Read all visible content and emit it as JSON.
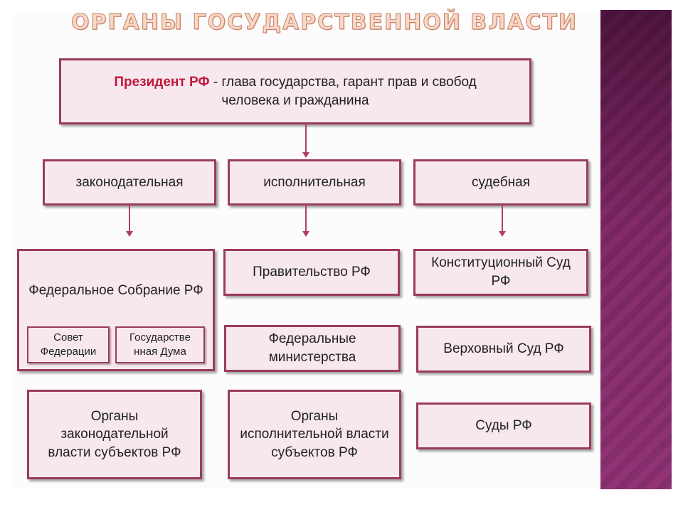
{
  "title": "ОРГАНЫ ГОСУДАРСТВЕННОЙ ВЛАСТИ",
  "president": {
    "name": "Президент РФ",
    "description_line1": " - глава государства, гарант прав и свобод",
    "description_line2": "человека и гражданина"
  },
  "branches": {
    "legislative": "законодательная",
    "executive": "исполнительная",
    "judicial": "судебная"
  },
  "legislative": {
    "federal_assembly": "Федеральное Собрание РФ",
    "federation_council": "Совет Федерации",
    "state_duma": "Государстве нная Дума",
    "regional": "Органы законодательной власти субъектов РФ"
  },
  "executive": {
    "government": "Правительство РФ",
    "ministries": "Федеральные министерства",
    "regional": "Органы исполнительной власти субъектов РФ"
  },
  "judicial": {
    "constitutional_court": "Конституционный Суд РФ",
    "supreme_court": "Верховный Суд РФ",
    "courts": "Суды РФ"
  },
  "colors": {
    "box_fill": "#f6e8ee",
    "box_border": "#9b3c5d",
    "president_name": "#c0183c",
    "title": "#f7d7c6",
    "stripe": "#8a2f6e"
  }
}
